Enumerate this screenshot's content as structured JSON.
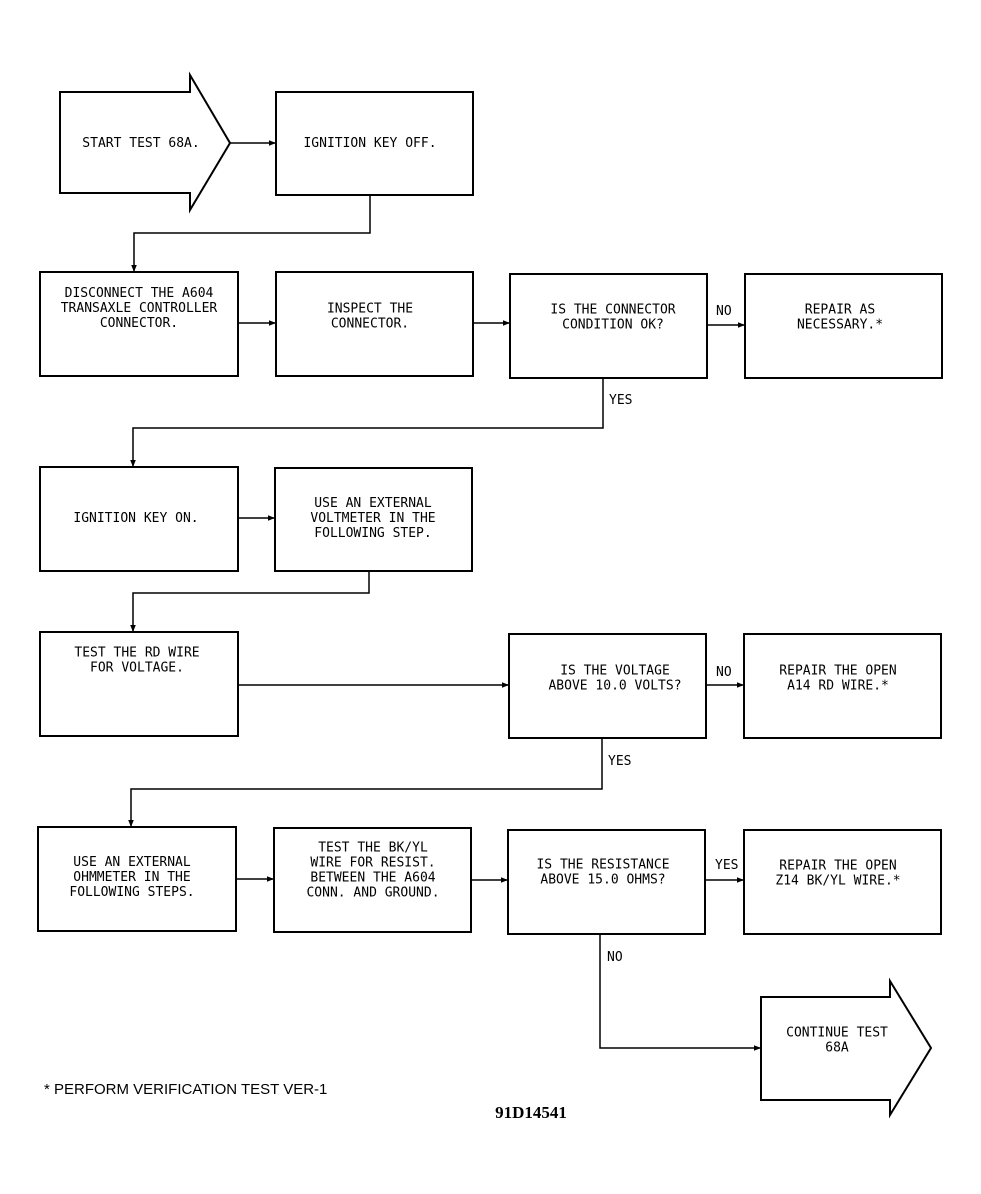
{
  "nodes": {
    "start": [
      "START TEST 68A."
    ],
    "ign_off": [
      "IGNITION KEY OFF."
    ],
    "disconnect": [
      "DISCONNECT THE A604",
      "TRANSAXLE CONTROLLER",
      "CONNECTOR."
    ],
    "inspect": [
      "INSPECT THE",
      "CONNECTOR."
    ],
    "conn_ok": [
      "IS THE CONNECTOR",
      "CONDITION OK?"
    ],
    "repair_nec": [
      "REPAIR AS",
      "NECESSARY.*"
    ],
    "ign_on": [
      "IGNITION KEY ON."
    ],
    "use_volt": [
      "USE AN EXTERNAL",
      "VOLTMETER IN THE",
      "FOLLOWING STEP."
    ],
    "test_rd": [
      "TEST THE RD WIRE",
      "FOR VOLTAGE."
    ],
    "volt_q": [
      "IS THE VOLTAGE",
      "ABOVE 10.0 VOLTS?"
    ],
    "repair_a14": [
      "REPAIR THE OPEN",
      "A14 RD WIRE.*"
    ],
    "use_ohm": [
      "USE AN EXTERNAL",
      "OHMMETER IN THE",
      "FOLLOWING STEPS."
    ],
    "test_bkyl": [
      "TEST THE BK/YL",
      "WIRE FOR RESIST.",
      "BETWEEN THE A604",
      "CONN. AND GROUND."
    ],
    "res_q": [
      "IS THE RESISTANCE",
      "ABOVE 15.0 OHMS?"
    ],
    "repair_z14": [
      "REPAIR THE OPEN",
      "Z14 BK/YL WIRE.*"
    ],
    "continue": [
      "CONTINUE TEST",
      "68A"
    ]
  },
  "labels": {
    "no_1": "NO",
    "yes_1": "YES",
    "no_2": "NO",
    "yes_2": "YES",
    "yes_3": "YES",
    "no_3": "NO"
  },
  "footnote": "* PERFORM VERIFICATION TEST VER-1",
  "reference": "91D14541"
}
